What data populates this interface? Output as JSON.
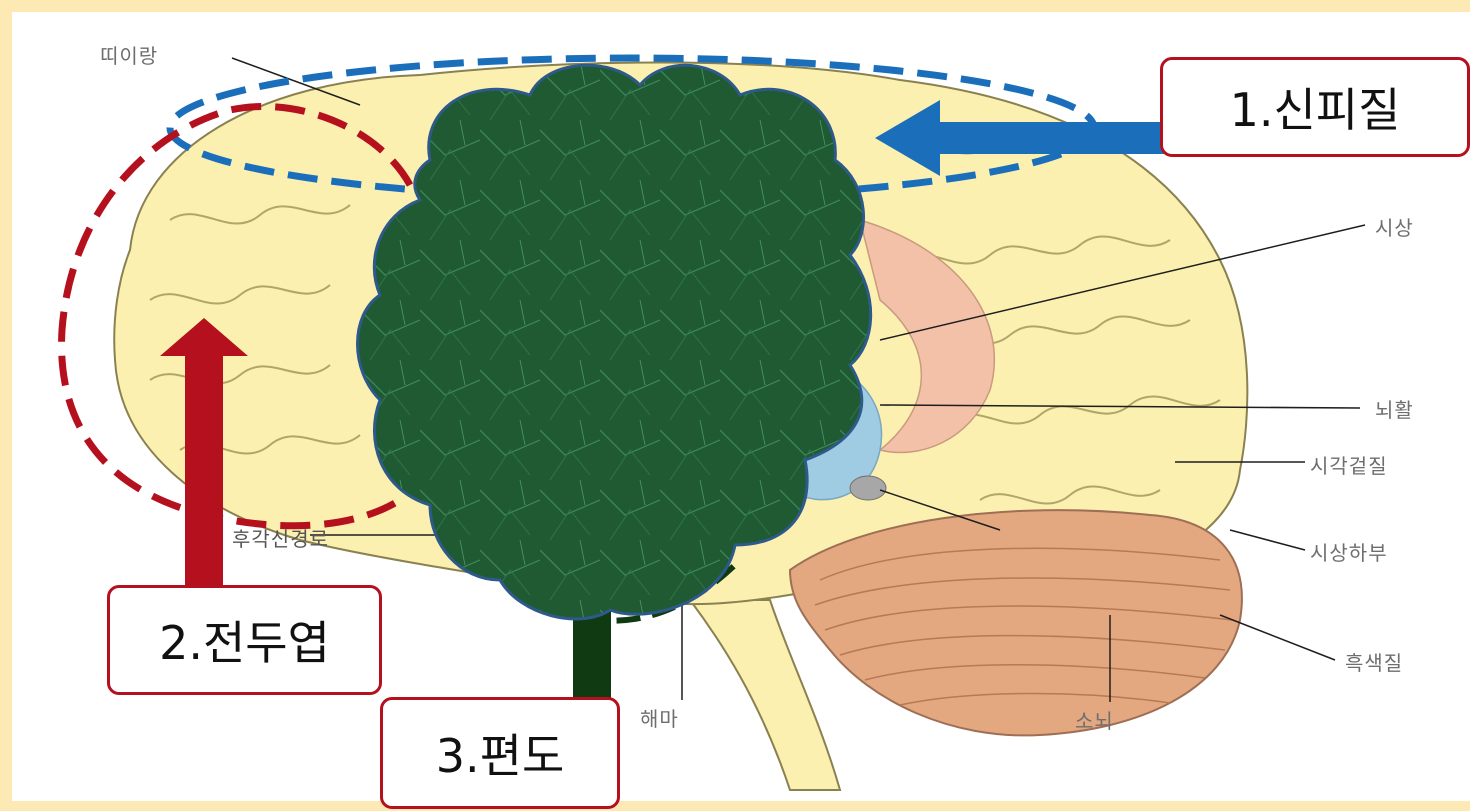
{
  "labels": {
    "peirang": "띠이랑",
    "sisang": "시상",
    "noehwal": "뇌활",
    "sigak": "시각겉질",
    "sisanghabu": "시상하부",
    "heuksaek": "흑색질",
    "sonoe": "소뇌",
    "haema": "해마",
    "chuksi": "후각신경로"
  },
  "callouts": {
    "cortex": "1.신피질",
    "frontal": "2.전두엽",
    "amygdala": "3.편도"
  },
  "colors": {
    "background_frame": "#fde9b4",
    "brain": "#fbf0b0",
    "brain_outline": "#8a8150",
    "cerebellum": "#e3a880",
    "cortex_marker": "#1b6fba",
    "frontal_marker": "#b5101d",
    "amygdala_marker": "#0f3a12",
    "tree_fill": "#1f5a33"
  },
  "icons": {
    "tree": "tree-cloud-icon"
  }
}
